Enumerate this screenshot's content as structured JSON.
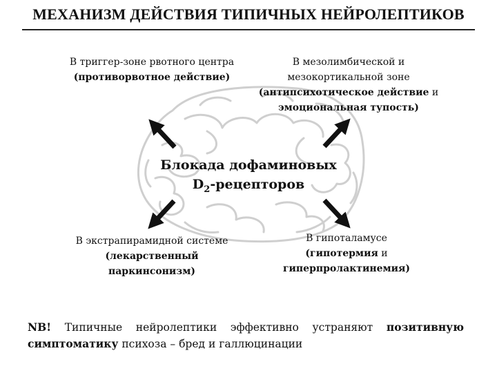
{
  "title": "МЕХАНИЗМ ДЕЙСТВИЯ ТИПИЧНЫХ НЕЙРОЛЕПТИКОВ",
  "center": {
    "line1": "Блокада дофаминовых",
    "line2_pre": "D",
    "line2_sub": "2",
    "line2_post": "-рецепторов"
  },
  "effects": {
    "top_left": {
      "line1": "В триггер-зоне рвотного центра",
      "line2": "(противорвотное действие)"
    },
    "top_right": {
      "line1": "В мезолимбической и",
      "line2": "мезокортикальной зоне",
      "line3_bold": "(антипсихотическое действие",
      "line3_rest": " и",
      "line4": "эмоциональная тупость)"
    },
    "bottom_left": {
      "line1": "В экстрапирамидной системе",
      "line2": "(лекарственный",
      "line3": "паркинсонизм)"
    },
    "bottom_right": {
      "line1": "В гипоталамусе",
      "line2_bold": "(гипотермия",
      "line2_rest": " и",
      "line3": "гиперпролактинемия)"
    }
  },
  "note": {
    "nb": "NB!",
    "t1": " Типичные нейролептики эффективно устраняют ",
    "b1": "позитивную симптоматику",
    "t2": " психоза – бред и галлюцинации"
  },
  "colors": {
    "arrow": "#111111",
    "brain": "#c8c8c8",
    "text": "#111111"
  },
  "icons": {
    "background": "brain-outline",
    "arrows": "diagonal-arrow"
  }
}
